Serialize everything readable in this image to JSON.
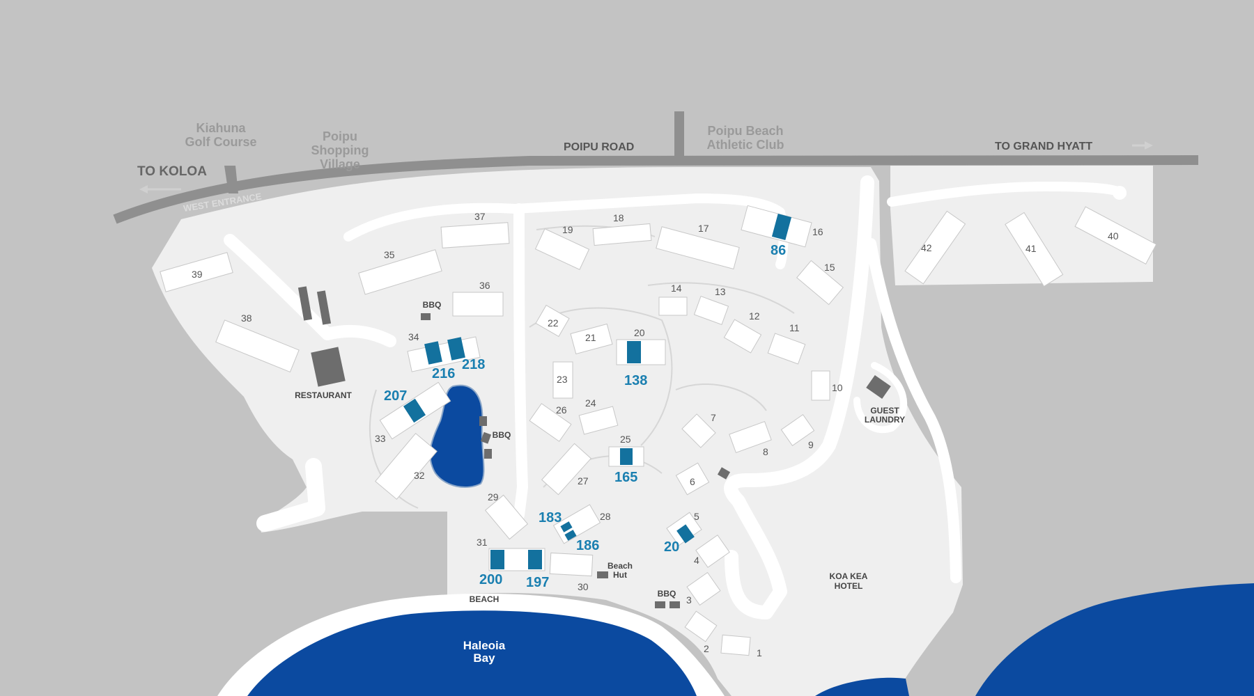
{
  "colors": {
    "background": "#c3c3c3",
    "road": "#8f8f8f",
    "resort_ground": "#efefef",
    "ocean": "#0b4aa0",
    "building": "#ffffff",
    "highlight_unit": "#13719e",
    "unit_label": "#1a7fb0",
    "bbq": "#6d6d6d"
  },
  "labels": {
    "roads": {
      "poipu_road": "POIPU ROAD",
      "to_koloa": "TO KOLOA",
      "to_grand_hyatt": "TO GRAND HYATT",
      "west_entrance": "WEST ENTRANCE"
    },
    "places": {
      "kiahuna_1": "Kiahuna",
      "kiahuna_2": "Golf Course",
      "shopping_1": "Poipu",
      "shopping_2": "Shopping",
      "shopping_3": "Village",
      "athletic_1": "Poipu Beach",
      "athletic_2": "Athletic Club",
      "koakea_1": "KOA KEA",
      "koakea_2": "HOTEL",
      "bay_1": "Haleoia",
      "bay_2": "Bay"
    },
    "amenities": {
      "restaurant": "RESTAURANT",
      "guest_laundry_1": "GUEST",
      "guest_laundry_2": "LAUNDRY",
      "bbq_north": "BBQ",
      "bbq_pond": "BBQ",
      "bbq_south": "BBQ",
      "beach_hut_1": "Beach",
      "beach_hut_2": "Hut",
      "beach": "BEACH"
    }
  },
  "buildings": [
    {
      "num": "1"
    },
    {
      "num": "2"
    },
    {
      "num": "3"
    },
    {
      "num": "4"
    },
    {
      "num": "5"
    },
    {
      "num": "6"
    },
    {
      "num": "7"
    },
    {
      "num": "8"
    },
    {
      "num": "9"
    },
    {
      "num": "10"
    },
    {
      "num": "11"
    },
    {
      "num": "12"
    },
    {
      "num": "13"
    },
    {
      "num": "14"
    },
    {
      "num": "15"
    },
    {
      "num": "16"
    },
    {
      "num": "17"
    },
    {
      "num": "18"
    },
    {
      "num": "19"
    },
    {
      "num": "20"
    },
    {
      "num": "21"
    },
    {
      "num": "22"
    },
    {
      "num": "23"
    },
    {
      "num": "24"
    },
    {
      "num": "25"
    },
    {
      "num": "26"
    },
    {
      "num": "27"
    },
    {
      "num": "28"
    },
    {
      "num": "29"
    },
    {
      "num": "30"
    },
    {
      "num": "31"
    },
    {
      "num": "32"
    },
    {
      "num": "33"
    },
    {
      "num": "34"
    },
    {
      "num": "35"
    },
    {
      "num": "36"
    },
    {
      "num": "37"
    },
    {
      "num": "38"
    },
    {
      "num": "39"
    },
    {
      "num": "40"
    },
    {
      "num": "41"
    },
    {
      "num": "42"
    }
  ],
  "units": [
    "86",
    "138",
    "165",
    "20",
    "183",
    "186",
    "200",
    "197",
    "207",
    "216",
    "218"
  ]
}
